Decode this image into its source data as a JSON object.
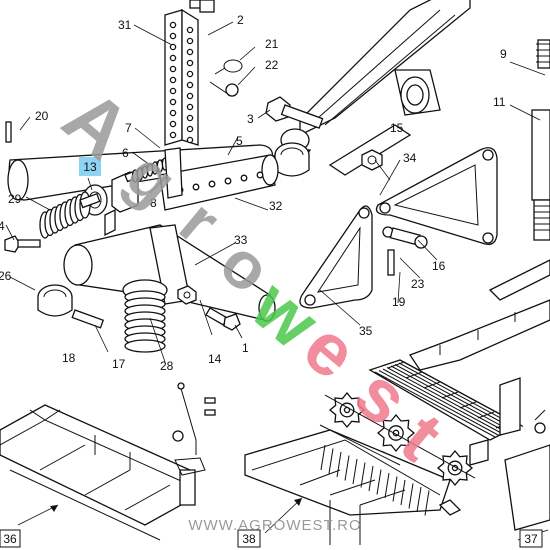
{
  "diagram": {
    "highlighted_label": "13",
    "labels": [
      "1",
      "2",
      "3",
      "4",
      "5",
      "6",
      "7",
      "8",
      "9",
      "11",
      "14",
      "15",
      "16",
      "17",
      "18",
      "19",
      "20",
      "21",
      "22",
      "23",
      "26",
      "28",
      "29",
      "31",
      "32",
      "33",
      "34",
      "35"
    ],
    "sub_assemblies": [
      "36",
      "38",
      "37"
    ]
  },
  "watermark": {
    "letters": [
      "A",
      "g",
      "r",
      "o",
      "w",
      "e",
      "s",
      "t"
    ],
    "url": "WWW.AGROWEST.RO",
    "colors": {
      "gray": "#9a9a9a",
      "green": "#4cc74c",
      "red": "#f07a8e"
    }
  }
}
